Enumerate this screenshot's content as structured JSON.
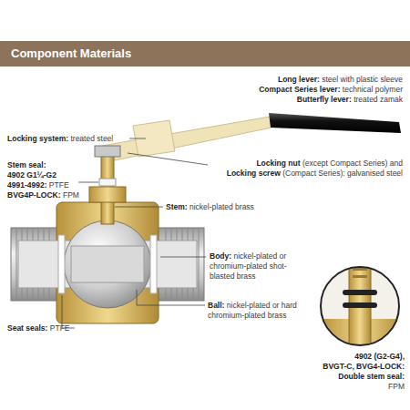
{
  "diagram": {
    "title": "Component Materials",
    "labels": [
      "Long lever:",
      "steel with plastic sleeve",
      "Compact Series lever:",
      "technical polymer",
      "Butterfly lever:",
      "treated zamak",
      "Locking system:",
      "treated steel",
      "Locking nut",
      "(except Compact Series) and",
      "Locking screw",
      "(Compact Series):",
      "galvanised steel",
      "Stem seal:",
      "4902 G1¼-G2",
      "4991-4992:",
      "PTFE",
      "BVG4P-LOCK:",
      "FPM",
      "Stem:",
      "nickel-plated brass",
      "Body:",
      "nickel-plated or chromium-plated shot-blasted brass",
      "Ball:",
      "nickel-plated or hard chromium-plated brass",
      "Seat seals:",
      "PTFE",
      "4902 (G2-G4),",
      "BVGT-C, BVG4-LOCK:",
      "Double stem seal:",
      "FPM"
    ]
  }
}
